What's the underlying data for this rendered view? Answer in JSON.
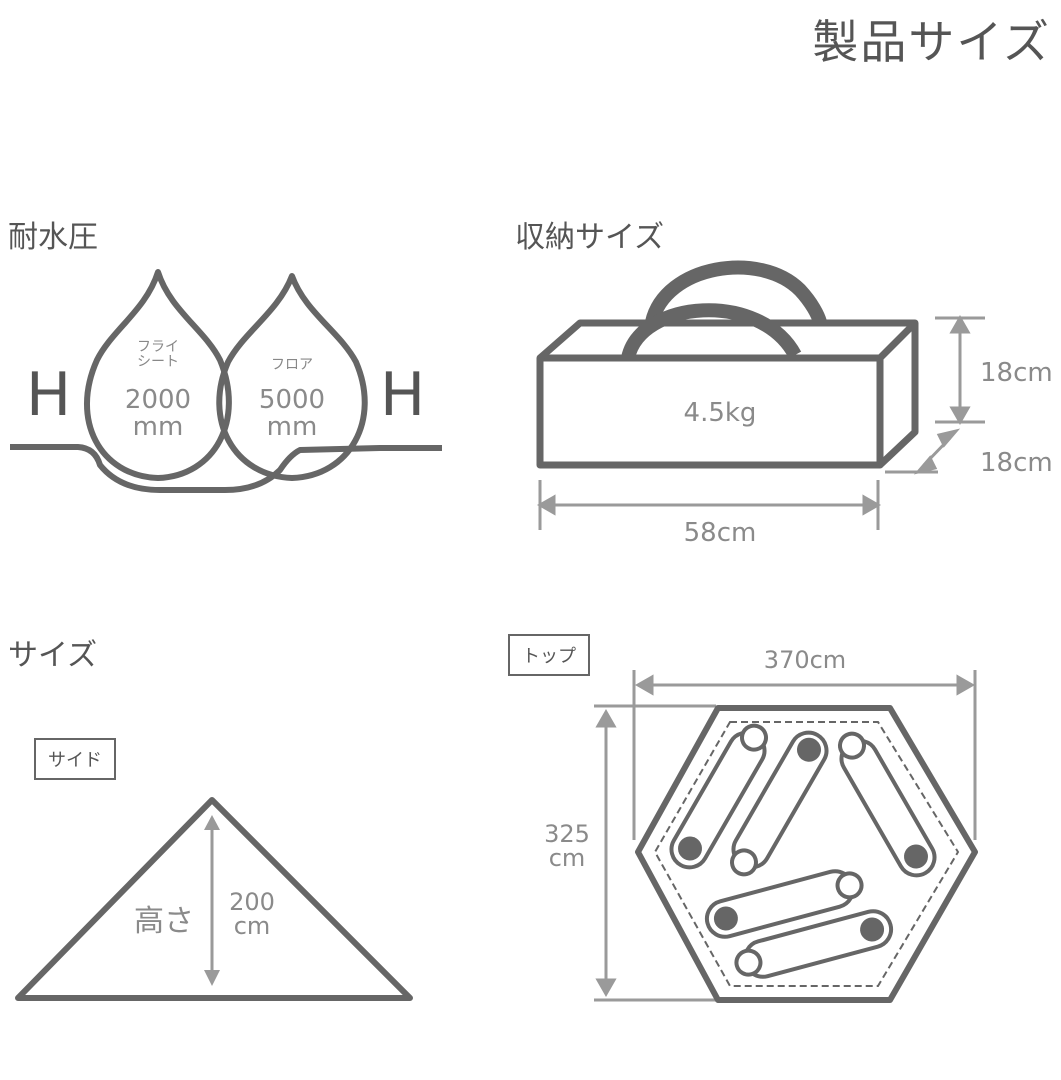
{
  "page_title": "製品サイズ",
  "water_pressure": {
    "heading": "耐水圧",
    "fly_sheet_label_line1": "フライ",
    "fly_sheet_label_line2": "シート",
    "fly_value": "2000",
    "fly_unit": "mm",
    "floor_label": "フロア",
    "floor_value": "5000",
    "floor_unit": "mm",
    "h_left": "H",
    "h_right": "H"
  },
  "storage": {
    "heading": "収納サイズ",
    "weight": "4.5kg",
    "height": "18cm",
    "depth": "18cm",
    "width": "58cm"
  },
  "size": {
    "heading": "サイズ",
    "side_tag": "サイド",
    "height_label": "高さ",
    "height_value": "200",
    "height_unit": "cm",
    "top_tag": "トップ",
    "width_value": "370cm",
    "depth_value": "325",
    "depth_unit": "cm"
  },
  "colors": {
    "stroke": "#666666",
    "dimension": "#9a9a9a",
    "text": "#555555"
  }
}
